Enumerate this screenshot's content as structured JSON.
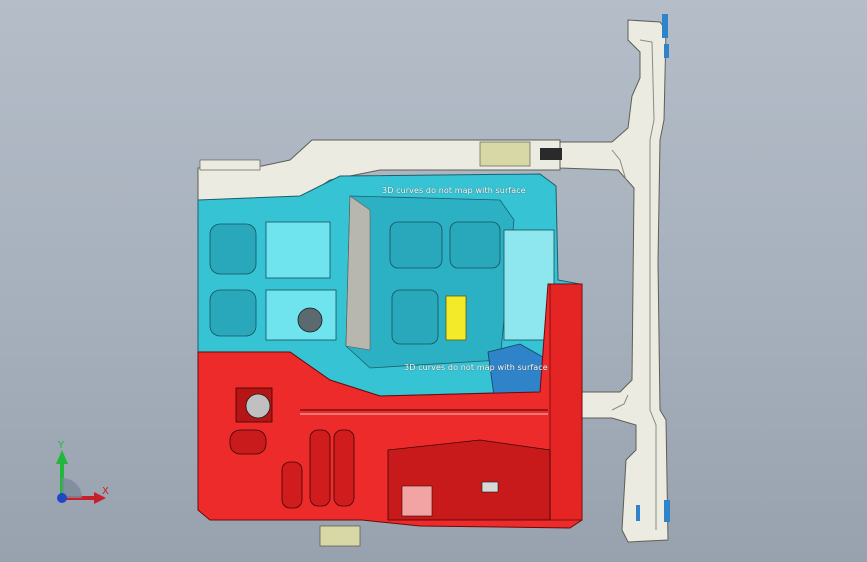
{
  "viewport": {
    "background_top": "#b4bdc8",
    "background_bottom": "#98a2ae"
  },
  "model": {
    "colors": {
      "frame": "#ecebe2",
      "frame_edge": "#5d5f55",
      "floor": "#36c3d4",
      "floor_dark": "#1f8fa6",
      "floor_light": "#8ee7ef",
      "red_panel": "#ee2b2b",
      "red_dark": "#b51515",
      "yellow": "#f3ea2a",
      "blue_tab": "#2f83c9",
      "khaki": "#d7d8a6"
    }
  },
  "annotations": {
    "upper": "3D curves do not map with surface",
    "lower": "3D curves do not map with surface"
  },
  "triad": {
    "x_label": "X",
    "y_label": "Y"
  }
}
